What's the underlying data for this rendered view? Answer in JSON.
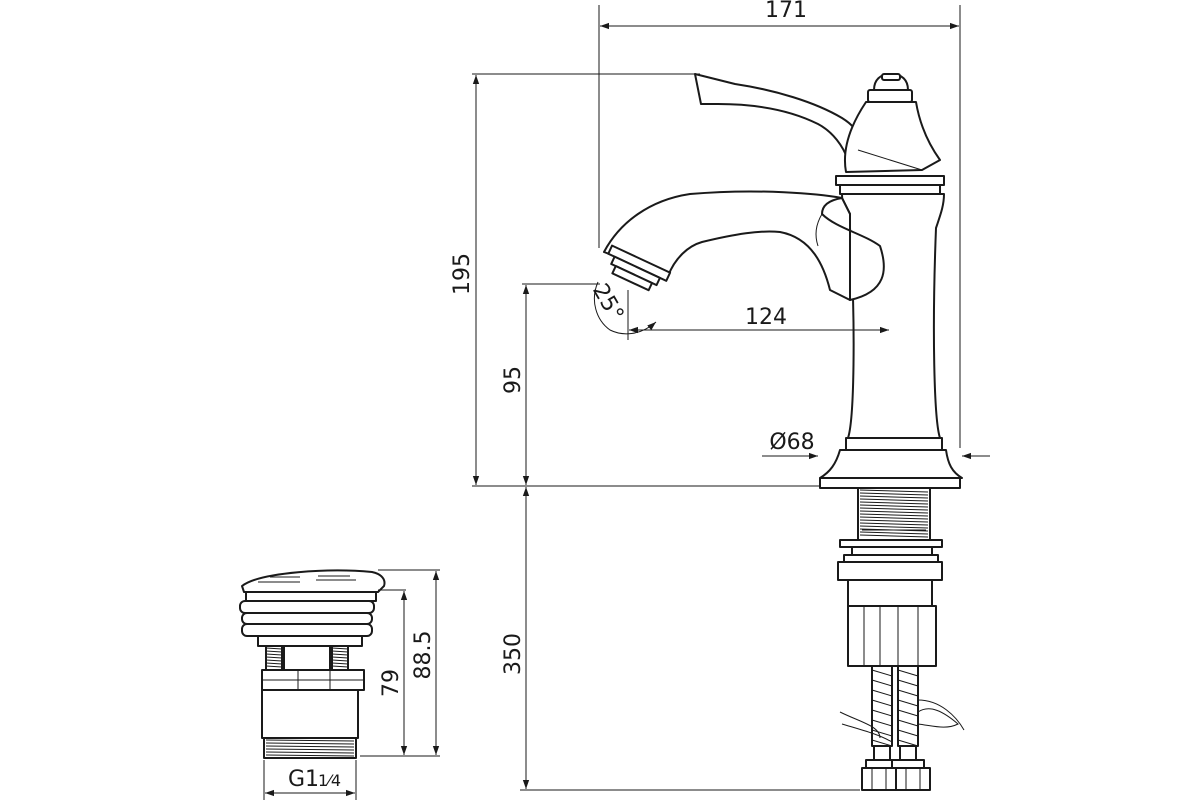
{
  "dimensions": {
    "overall_width": "171",
    "total_height": "195",
    "spout_height": "95",
    "spout_reach": "124",
    "spout_angle": "25°",
    "base_diameter": "Ø68",
    "hose_length": "350",
    "drain_height_inner": "79",
    "drain_height_total": "88.5",
    "drain_thread_main": "G1",
    "drain_thread_fraction": "1⁄4"
  },
  "colors": {
    "line": "#1a1a1a",
    "background": "#ffffff"
  }
}
